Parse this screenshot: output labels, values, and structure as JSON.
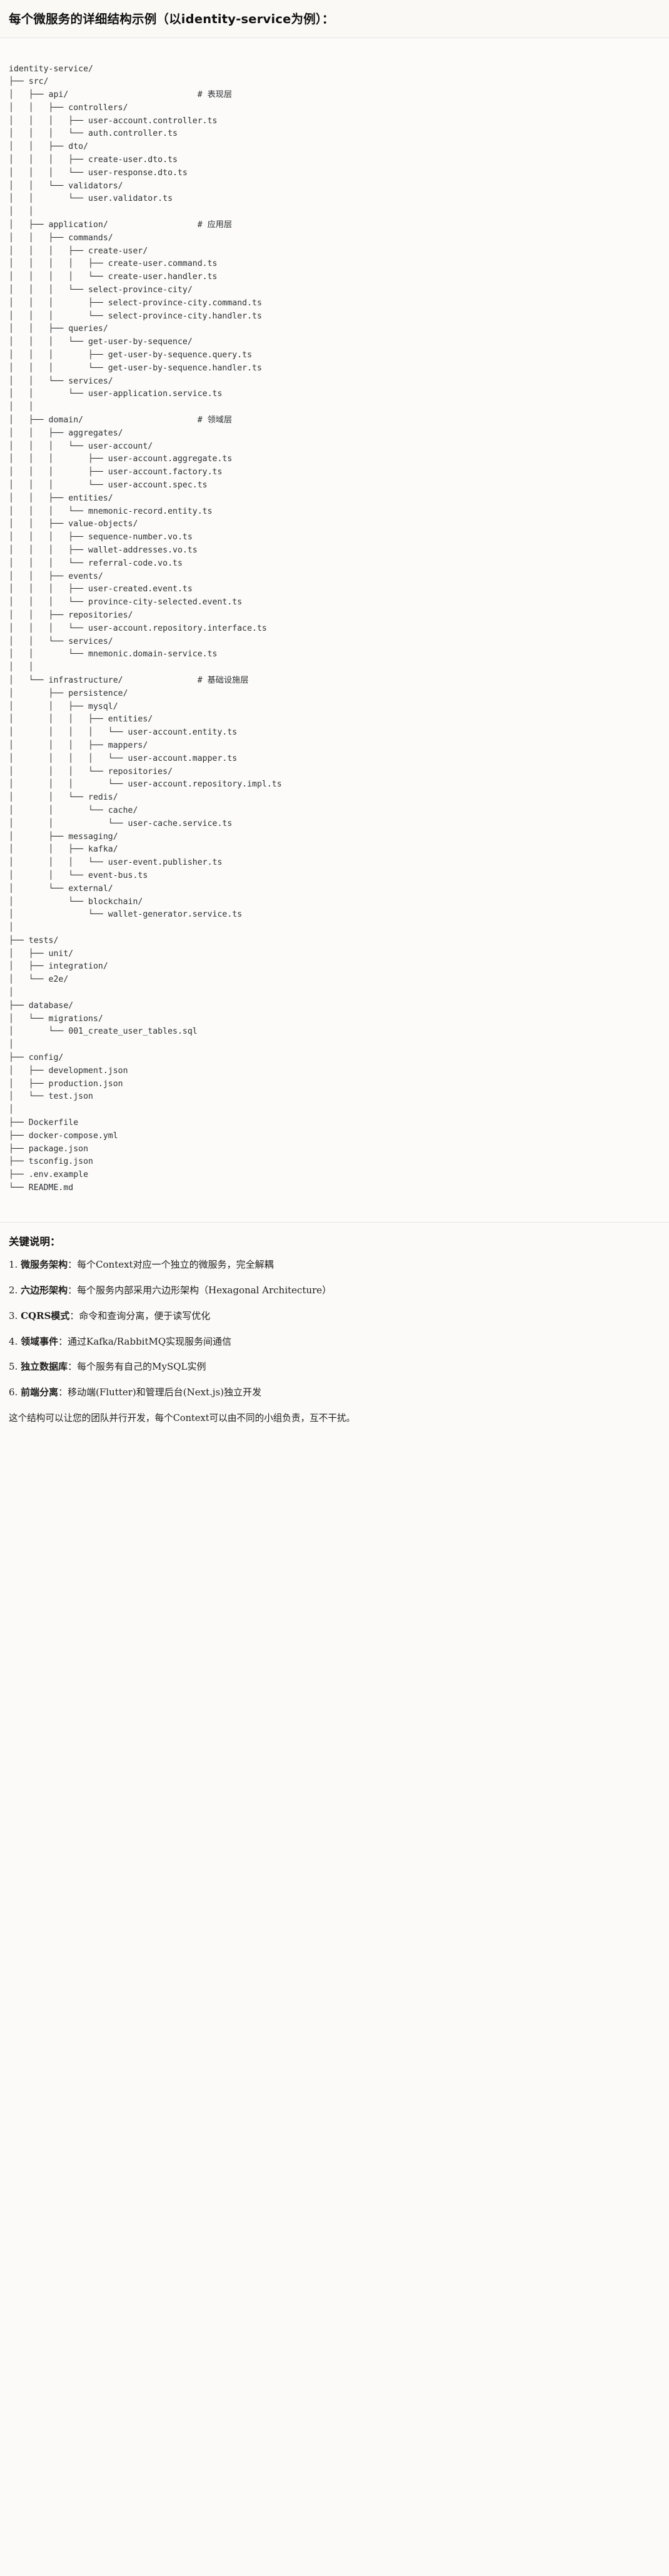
{
  "header": {
    "title": "每个微服务的详细结构示例（以identity-service为例）："
  },
  "tree": {
    "root_label": "identity-service/",
    "lines": [
      {
        "path": "identity-service/",
        "comment": ""
      },
      {
        "path": "├── src/",
        "comment": ""
      },
      {
        "path": "│   ├── api/",
        "comment": "# 表现层"
      },
      {
        "path": "│   │   ├── controllers/",
        "comment": ""
      },
      {
        "path": "│   │   │   ├── user-account.controller.ts",
        "comment": ""
      },
      {
        "path": "│   │   │   └── auth.controller.ts",
        "comment": ""
      },
      {
        "path": "│   │   ├── dto/",
        "comment": ""
      },
      {
        "path": "│   │   │   ├── create-user.dto.ts",
        "comment": ""
      },
      {
        "path": "│   │   │   └── user-response.dto.ts",
        "comment": ""
      },
      {
        "path": "│   │   └── validators/",
        "comment": ""
      },
      {
        "path": "│   │       └── user.validator.ts",
        "comment": ""
      },
      {
        "path": "│   │",
        "comment": ""
      },
      {
        "path": "│   ├── application/",
        "comment": "# 应用层"
      },
      {
        "path": "│   │   ├── commands/",
        "comment": ""
      },
      {
        "path": "│   │   │   ├── create-user/",
        "comment": ""
      },
      {
        "path": "│   │   │   │   ├── create-user.command.ts",
        "comment": ""
      },
      {
        "path": "│   │   │   │   └── create-user.handler.ts",
        "comment": ""
      },
      {
        "path": "│   │   │   └── select-province-city/",
        "comment": ""
      },
      {
        "path": "│   │   │       ├── select-province-city.command.ts",
        "comment": ""
      },
      {
        "path": "│   │   │       └── select-province-city.handler.ts",
        "comment": ""
      },
      {
        "path": "│   │   ├── queries/",
        "comment": ""
      },
      {
        "path": "│   │   │   └── get-user-by-sequence/",
        "comment": ""
      },
      {
        "path": "│   │   │       ├── get-user-by-sequence.query.ts",
        "comment": ""
      },
      {
        "path": "│   │   │       └── get-user-by-sequence.handler.ts",
        "comment": ""
      },
      {
        "path": "│   │   └── services/",
        "comment": ""
      },
      {
        "path": "│   │       └── user-application.service.ts",
        "comment": ""
      },
      {
        "path": "│   │",
        "comment": ""
      },
      {
        "path": "│   ├── domain/",
        "comment": "# 领域层"
      },
      {
        "path": "│   │   ├── aggregates/",
        "comment": ""
      },
      {
        "path": "│   │   │   └── user-account/",
        "comment": ""
      },
      {
        "path": "│   │   │       ├── user-account.aggregate.ts",
        "comment": ""
      },
      {
        "path": "│   │   │       ├── user-account.factory.ts",
        "comment": ""
      },
      {
        "path": "│   │   │       └── user-account.spec.ts",
        "comment": ""
      },
      {
        "path": "│   │   ├── entities/",
        "comment": ""
      },
      {
        "path": "│   │   │   └── mnemonic-record.entity.ts",
        "comment": ""
      },
      {
        "path": "│   │   ├── value-objects/",
        "comment": ""
      },
      {
        "path": "│   │   │   ├── sequence-number.vo.ts",
        "comment": ""
      },
      {
        "path": "│   │   │   ├── wallet-addresses.vo.ts",
        "comment": ""
      },
      {
        "path": "│   │   │   └── referral-code.vo.ts",
        "comment": ""
      },
      {
        "path": "│   │   ├── events/",
        "comment": ""
      },
      {
        "path": "│   │   │   ├── user-created.event.ts",
        "comment": ""
      },
      {
        "path": "│   │   │   └── province-city-selected.event.ts",
        "comment": ""
      },
      {
        "path": "│   │   ├── repositories/",
        "comment": ""
      },
      {
        "path": "│   │   │   └── user-account.repository.interface.ts",
        "comment": ""
      },
      {
        "path": "│   │   └── services/",
        "comment": ""
      },
      {
        "path": "│   │       └── mnemonic.domain-service.ts",
        "comment": ""
      },
      {
        "path": "│   │",
        "comment": ""
      },
      {
        "path": "│   └── infrastructure/",
        "comment": "# 基础设施层"
      },
      {
        "path": "│       ├── persistence/",
        "comment": ""
      },
      {
        "path": "│       │   ├── mysql/",
        "comment": ""
      },
      {
        "path": "│       │   │   ├── entities/",
        "comment": ""
      },
      {
        "path": "│       │   │   │   └── user-account.entity.ts",
        "comment": ""
      },
      {
        "path": "│       │   │   ├── mappers/",
        "comment": ""
      },
      {
        "path": "│       │   │   │   └── user-account.mapper.ts",
        "comment": ""
      },
      {
        "path": "│       │   │   └── repositories/",
        "comment": ""
      },
      {
        "path": "│       │   │       └── user-account.repository.impl.ts",
        "comment": ""
      },
      {
        "path": "│       │   └── redis/",
        "comment": ""
      },
      {
        "path": "│       │       └── cache/",
        "comment": ""
      },
      {
        "path": "│       │           └── user-cache.service.ts",
        "comment": ""
      },
      {
        "path": "│       ├── messaging/",
        "comment": ""
      },
      {
        "path": "│       │   ├── kafka/",
        "comment": ""
      },
      {
        "path": "│       │   │   └── user-event.publisher.ts",
        "comment": ""
      },
      {
        "path": "│       │   └── event-bus.ts",
        "comment": ""
      },
      {
        "path": "│       └── external/",
        "comment": ""
      },
      {
        "path": "│           └── blockchain/",
        "comment": ""
      },
      {
        "path": "│               └── wallet-generator.service.ts",
        "comment": ""
      },
      {
        "path": "│",
        "comment": ""
      },
      {
        "path": "├── tests/",
        "comment": ""
      },
      {
        "path": "│   ├── unit/",
        "comment": ""
      },
      {
        "path": "│   ├── integration/",
        "comment": ""
      },
      {
        "path": "│   └── e2e/",
        "comment": ""
      },
      {
        "path": "│",
        "comment": ""
      },
      {
        "path": "├── database/",
        "comment": ""
      },
      {
        "path": "│   └── migrations/",
        "comment": ""
      },
      {
        "path": "│       └── 001_create_user_tables.sql",
        "comment": ""
      },
      {
        "path": "│",
        "comment": ""
      },
      {
        "path": "├── config/",
        "comment": ""
      },
      {
        "path": "│   ├── development.json",
        "comment": ""
      },
      {
        "path": "│   ├── production.json",
        "comment": ""
      },
      {
        "path": "│   └── test.json",
        "comment": ""
      },
      {
        "path": "│",
        "comment": ""
      },
      {
        "path": "├── Dockerfile",
        "comment": ""
      },
      {
        "path": "├── docker-compose.yml",
        "comment": ""
      },
      {
        "path": "├── package.json",
        "comment": ""
      },
      {
        "path": "├── tsconfig.json",
        "comment": ""
      },
      {
        "path": "├── .env.example",
        "comment": ""
      },
      {
        "path": "└── README.md",
        "comment": ""
      }
    ]
  },
  "notes": {
    "heading": "关键说明：",
    "items": [
      {
        "num": "1.",
        "term": "微服务架构",
        "desc": "：每个Context对应一个独立的微服务，完全解耦"
      },
      {
        "num": "2.",
        "term": "六边形架构",
        "desc": "：每个服务内部采用六边形架构（Hexagonal Architecture）"
      },
      {
        "num": "3.",
        "term": "CQRS模式",
        "desc": "：命令和查询分离，便于读写优化"
      },
      {
        "num": "4.",
        "term": "领域事件",
        "desc": "：通过Kafka/RabbitMQ实现服务间通信"
      },
      {
        "num": "5.",
        "term": "独立数据库",
        "desc": "：每个服务有自己的MySQL实例"
      },
      {
        "num": "6.",
        "term": "前端分离",
        "desc": "：移动端(Flutter)和管理后台(Next.js)独立开发"
      }
    ],
    "closing": "这个结构可以让您的团队并行开发，每个Context可以由不同的小组负责，互不干扰。"
  },
  "colors": {
    "page_bg": "#fbfaf8",
    "code_bg": "#fcfbf9",
    "text": "#1d1d1b",
    "code_text": "#2b2f33",
    "rule": "#e6e4df"
  },
  "layout": {
    "comment_column_ch": 38
  }
}
